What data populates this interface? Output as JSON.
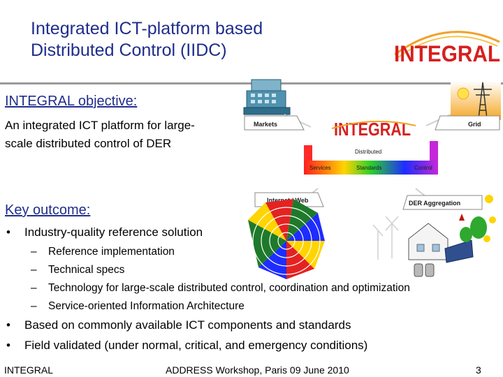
{
  "slide": {
    "title_line1": "Integrated ICT-platform based",
    "title_line2": "Distributed Control (IIDC)"
  },
  "logo": {
    "text": "INTEGRAL"
  },
  "objective": {
    "heading": "INTEGRAL objective:",
    "text": "An integrated ICT platform for large-scale distributed control of DER"
  },
  "outcome": {
    "heading": "Key outcome:",
    "bullets": [
      "Industry-quality reference solution",
      "Based on commonly available ICT components and standards",
      "Field validated (under normal, critical, and emergency conditions)"
    ],
    "sub_items": [
      "Reference implementation",
      "Technical specs",
      "Technology for large-scale distributed control, coordination and optimization",
      "Service-oriented Information Architecture"
    ]
  },
  "diagram": {
    "logo_text": "INTEGRAL",
    "labels": {
      "markets": "Markets",
      "grid": "Grid",
      "distributed": "Distributed",
      "services": "Services",
      "standards": "Standards",
      "control": "Control",
      "internet_web": "Internet / Web",
      "der_aggregation": "DER Aggregation"
    },
    "colors": {
      "title_blue": "#1f2d8c",
      "logo_red": "#d62020",
      "bar_gradient": [
        "#ff1e1e",
        "#ffd400",
        "#2ad02a",
        "#1e2dff",
        "#c428d8"
      ]
    }
  },
  "footer": {
    "left": "INTEGRAL",
    "center": "ADDRESS Workshop, Paris 09 June 2010",
    "page": "3"
  }
}
